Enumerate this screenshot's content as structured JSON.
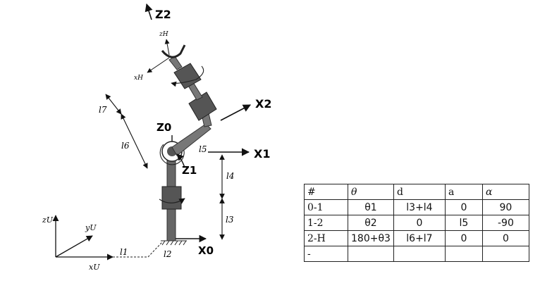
{
  "diagram": {
    "frame_labels": {
      "z2": "Z2",
      "x2": "X2",
      "x1": "X1",
      "z0": "Z0",
      "z1": "Z1",
      "x0": "X0",
      "zH": "zH",
      "xH": "xH"
    },
    "link_labels": {
      "l1": "l1",
      "l2": "l2",
      "l3": "l3",
      "l4": "l4",
      "l5": "l5",
      "l6": "l6",
      "l7": "l7"
    },
    "universal_axes": {
      "zU": "zU",
      "yU": "yU",
      "xU": "xU"
    }
  },
  "table": {
    "headers": [
      "#",
      "θ",
      "d",
      "a",
      "α"
    ],
    "rows": [
      [
        "0-1",
        "θ1",
        "l3+l4",
        "0",
        "90"
      ],
      [
        "1-2",
        "θ2",
        "0",
        "l5",
        "-90"
      ],
      [
        "2-H",
        "180+θ3",
        "l6+l7",
        "0",
        "0"
      ],
      [
        "-",
        "",
        "",
        "",
        ""
      ]
    ]
  }
}
